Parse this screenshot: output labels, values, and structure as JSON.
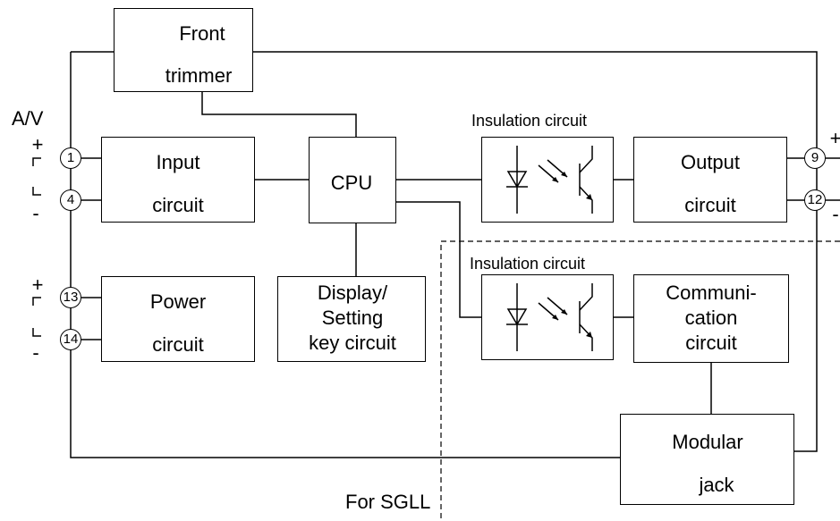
{
  "blocks": {
    "front_trimmer": [
      "Front",
      "trimmer"
    ],
    "input_circuit": [
      "Input",
      "circuit"
    ],
    "cpu": "CPU",
    "output_circuit": [
      "Output",
      "circuit"
    ],
    "power_circuit": [
      "Power",
      "circuit"
    ],
    "display_setting": [
      "Display/",
      "Setting",
      "key circuit"
    ],
    "communication_circuit": [
      "Communi-",
      "cation",
      "circuit"
    ],
    "modular_jack": [
      "Modular",
      "jack"
    ]
  },
  "insulation_label_1": "Insulation circuit",
  "insulation_label_2": "Insulation circuit",
  "input_signal_label": "A/V",
  "option_label": "For SGLL",
  "terminals": {
    "input_plus": "1",
    "input_minus": "4",
    "output_plus": "9",
    "output_minus": "12",
    "power_plus": "13",
    "power_minus": "14"
  },
  "polarity": {
    "plus": "+",
    "minus": "-"
  }
}
